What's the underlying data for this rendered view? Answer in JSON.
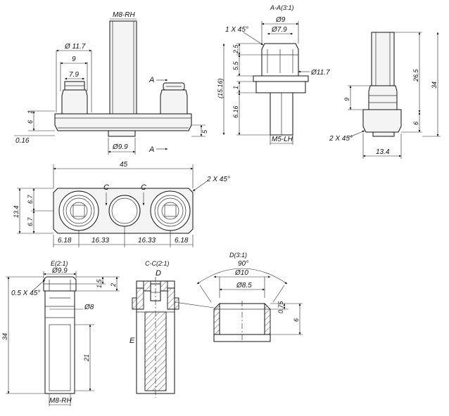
{
  "views": {
    "front": {
      "thread_label": "M8-RH",
      "dims": {
        "d_outer": "Ø 11.7",
        "d_mid": "9",
        "d_inner": "7.9",
        "h6": "6",
        "h1": "1",
        "t016": "0.16",
        "d99": "Ø9.9",
        "h5": "5",
        "sec_a_top": "A",
        "sec_a_bot": "A"
      }
    },
    "section_aa": {
      "title": "A-A(3:1)",
      "chamfer": "1 X 45°",
      "d9": "Ø9",
      "d79": "Ø7.9",
      "h25": "2.5",
      "h55": "5.5",
      "h1516": "(15.16)",
      "h1": "1",
      "h616": "6.16",
      "d117": "Ø11.7",
      "thread": "M5-LH"
    },
    "side": {
      "h265": "26.5",
      "h34": "34",
      "h9": "9",
      "h6": "6",
      "chamfer": "2 X 45°",
      "w134": "13.4"
    },
    "top": {
      "w45": "45",
      "chamfer": "2 X 45°",
      "h134": "13.4",
      "h67a": "6.7",
      "h67b": "6.7",
      "sec_c1": "C",
      "sec_c2": "C",
      "dims_bottom": [
        "6.18",
        "16.33",
        "16.33",
        "6.18"
      ]
    },
    "detail_e": {
      "title": "E(2:1)",
      "d99": "Ø9.9",
      "chamfer": "0.5 X 45°",
      "h15": "1.5",
      "h2": "2",
      "d8": "Ø8",
      "h34": "34",
      "h21": "21",
      "thread": "M8-RH"
    },
    "section_cc": {
      "title": "C-C(2:1)",
      "label_d": "D",
      "label_e": "E"
    },
    "detail_d": {
      "title": "D(3:1)",
      "angle": "90°",
      "d10": "Ø10",
      "d85": "Ø8.5",
      "h075": "0.75",
      "h6": "6"
    }
  }
}
